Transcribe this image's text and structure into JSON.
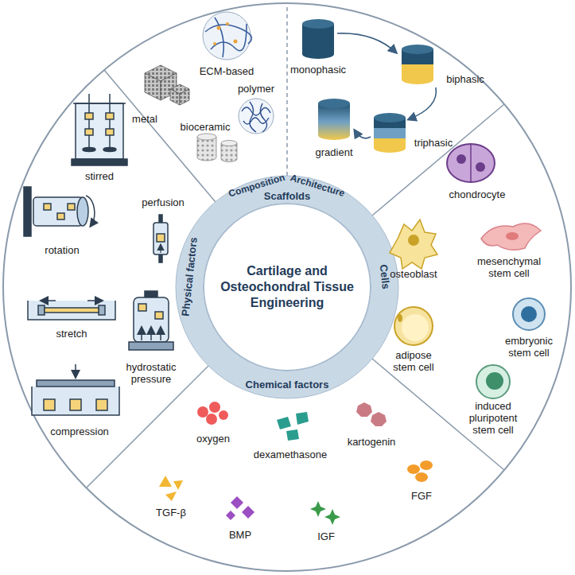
{
  "diagram": {
    "nodes": [
      {
        "text": [
          "Cartilage and Osteochondral Tissue Engineering"
        ]
      }
    ],
    "labels": [
      "Scaffolds",
      "Composition",
      "Architecture",
      "Cells",
      "Chemical factors",
      "Physical factors",
      "metal",
      "ECM-based",
      "bioceramic",
      "polymer",
      "monophasic",
      "biphasic",
      "triphasic",
      "gradient",
      "chondrocyte",
      "osteoblast",
      "mesenchymal stem cell",
      "adipose stem cell",
      "embryonic stem cell",
      "induced pluripotent stem cell",
      "oxygen",
      "dexamethasone",
      "kartogenin",
      "TGF-β",
      "BMP",
      "IGF",
      "FGF",
      "stirred",
      "perfusion",
      "rotation",
      "hydrostatic pressure",
      "stretch",
      "compression"
    ]
  }
}
